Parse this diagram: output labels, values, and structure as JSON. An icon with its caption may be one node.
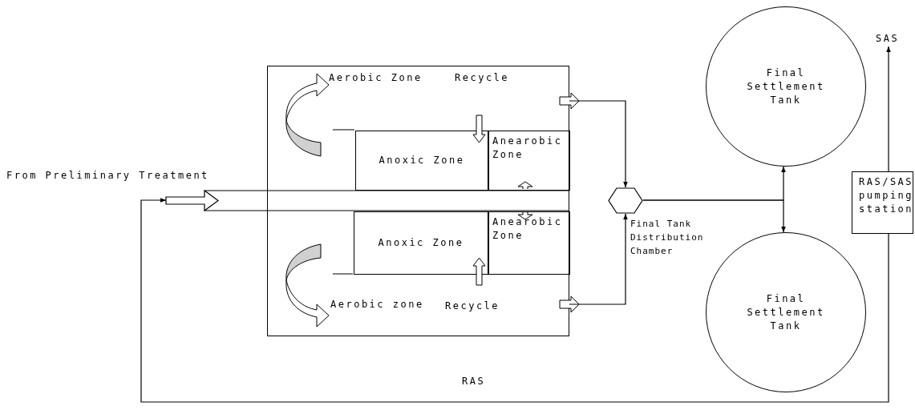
{
  "diagram": {
    "nodes": [
      {
        "text": [],
        "shape": "box"
      },
      {
        "text": [],
        "shape": "bar"
      },
      {
        "text": [
          "Anoxic Zone"
        ],
        "in": 0
      },
      {
        "text": [
          "Anearobic Zone"
        ],
        "in": 0
      },
      {
        "text": [
          "Anoxic Zone"
        ],
        "in": 0
      },
      {
        "text": [
          "Anearobic Zone"
        ],
        "in": 0
      },
      {
        "text": [],
        "shape": "hexagon",
        "beside": [
          "Final Tank Distribution Chamber"
        ]
      },
      {
        "text": [
          "Final Settlement Tank"
        ]
      },
      {
        "text": [
          "Final Settlement Tank"
        ]
      },
      {
        "text": [
          "RAS/SAS pumping station"
        ]
      },
      {
        "text": [
          "SAS"
        ]
      }
    ],
    "edges": [
      {
        "from": 0,
        "to": 6,
        "arrow": "to"
      },
      {
        "from": 0,
        "to": 6,
        "arrow": "to"
      },
      {
        "from": 6,
        "to": 7,
        "arrow": "to"
      },
      {
        "from": 6,
        "to": 8,
        "arrow": "to"
      },
      {
        "from": 9,
        "to": 10,
        "arrow": "to"
      },
      {
        "from": 9,
        "to": 1,
        "arrow": "to",
        "label": "RAS"
      }
    ],
    "labels": [
      "Aerobic Zone",
      "Recycle",
      "From Preliminary Treatment",
      "Aerobic zone",
      "Recycle"
    ]
  }
}
